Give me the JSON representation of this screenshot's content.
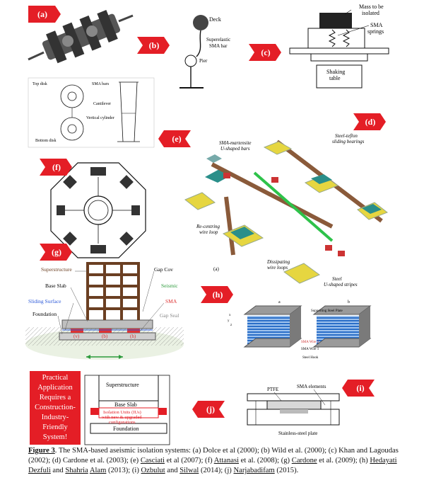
{
  "panels": {
    "a": "(a)",
    "b": "(b)",
    "c": "(c)",
    "d": "(d)",
    "e": "(e)",
    "f": "(f)",
    "g": "(g)",
    "h": "(h)",
    "i": "(i)",
    "j": "(j)"
  },
  "panel_b": {
    "deck": "Deck",
    "bar": "Superelastic\nSMA bar",
    "pier": "Pier"
  },
  "panel_c": {
    "mass": "Mass to be\nisolated",
    "springs": "SMA\nsprings",
    "table": "Shaking\ntable"
  },
  "panel_e": {
    "top_disk": "Top disk",
    "sma_bars": "SMA bars",
    "cantilever": "Cantilever",
    "vertical_cylinder": "Vertical cylinder",
    "bottom_disk": "Bottom disk"
  },
  "panel_d": {
    "sma_bars": "SMA-martensite\nU-shaped bars",
    "steel_teflon": "Steel-teflon\nsliding bearings",
    "recentring": "Re-centring\nwire loop",
    "dissipating": "Dissipating\nwire loops",
    "steel_u": "Steel\nU-shaped stripes",
    "sub": "(a)"
  },
  "panel_g": {
    "superstructure": "Superstructure",
    "gap_cover": "Gap Cov",
    "base_slab": "Base Slab",
    "seismic": "Seismic",
    "sliding_surface": "Sliding Surface",
    "sma": "SMA",
    "foundation": "Foundation",
    "gap_seal": "Gap Seal",
    "v": "(v)",
    "b": "(b)",
    "h": "(h)"
  },
  "panel_h": {
    "a": "a",
    "b": "b",
    "support_plate": "Supporting\nSteel Plate",
    "sma_wire2": "SMA Wire 2",
    "sma_wire1": "SMA Wire 1",
    "steel_hook": "Steel\nHook",
    "x": "x",
    "y": "y",
    "z": "z"
  },
  "panel_i": {
    "ptfe": "PTFE",
    "sma_elements": "SMA elements",
    "plate": "Stainless-steel plate"
  },
  "panel_j": {
    "superstructure": "Superstructure",
    "base_slab": "Base Slab",
    "isolation": "Isolation Units (IUs)\nwith new & upgraded\nconfigurations",
    "foundation": "Foundation"
  },
  "red_box": "Practical\nApplication\nRequires a\nConstruction-\nIndustry-Friendly\nSystem!",
  "caption": {
    "fig": "Figure 3",
    "lead": ". The SMA-based aseismic isolation systems: (a) Dolce et al (2000); (b) Wild et al. (2000); (c) Khan and Lagoudas (2002); (d) Cardone et al. (2003); (e) ",
    "casciati": "Casciati",
    "t1": " et al (2007); (f) ",
    "attanasi": "Attanasi",
    "t2": " et al. (2008); (g) ",
    "cardone": "Cardone",
    "t3": " et al. (2009); (h) ",
    "hedayati": "Hedayati",
    "t4": " ",
    "dezfuli": "Dezfuli",
    "t5": " and ",
    "shahria": "Shahria",
    "t6": " ",
    "alam": "Alam",
    "t7": " (2013); (i) ",
    "ozbulut": "Ozbulut",
    "t8": " and ",
    "silwal": "Silwal",
    "t9": " (2014); (j) ",
    "narjabadifam": "Narjabadifam",
    "t10": " (2015)."
  },
  "colors": {
    "arrow_red": "#e41e26",
    "steel": "#9a9a9a",
    "teal": "#2a8f8a",
    "yellow": "#e6d640",
    "brown": "#7a4a2a"
  }
}
